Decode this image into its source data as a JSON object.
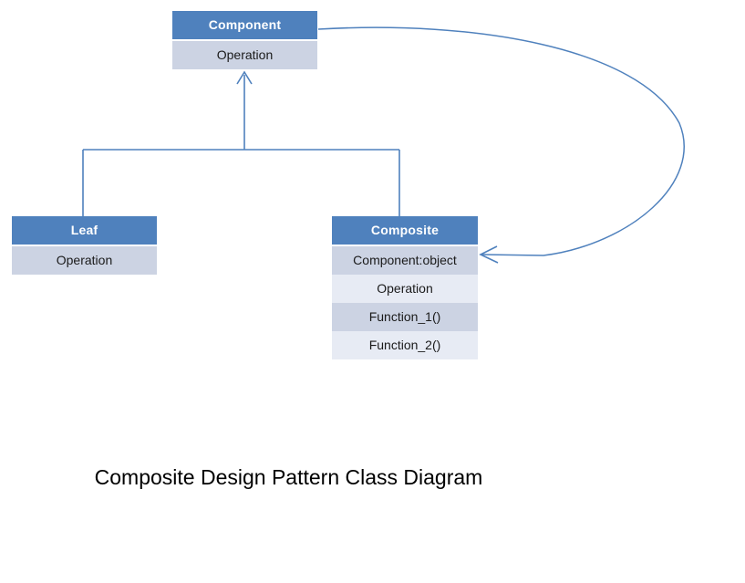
{
  "diagram": {
    "title": "Composite Design Pattern Class Diagram",
    "background_color": "#ffffff",
    "accent_color": "#4f81bd",
    "row_color": "#ccd3e3",
    "row_alt_color": "#e7ebf4",
    "connector_color": "#4f81bd",
    "classes": [
      {
        "id": "component",
        "name": "Component",
        "role": "abstract-base",
        "members": [
          {
            "label": "Operation",
            "shade": "dark"
          }
        ]
      },
      {
        "id": "leaf",
        "name": "Leaf",
        "role": "subclass",
        "members": [
          {
            "label": "Operation",
            "shade": "dark"
          }
        ]
      },
      {
        "id": "composite",
        "name": "Composite",
        "role": "subclass",
        "members": [
          {
            "label": "Component:object",
            "shade": "dark"
          },
          {
            "label": "Operation",
            "shade": "light"
          },
          {
            "label": "Function_1()",
            "shade": "dark"
          },
          {
            "label": "Function_2()",
            "shade": "light"
          }
        ]
      }
    ],
    "connectors": [
      {
        "id": "inheritance-tree",
        "kind": "generalization",
        "from": [
          "Leaf",
          "Composite"
        ],
        "to": "Component",
        "arrowhead": "open-v-up"
      },
      {
        "id": "aggregation-curve",
        "kind": "association",
        "from": "Component",
        "to": "Composite",
        "target_member": "Component:object",
        "arrowhead": "open-v-left"
      }
    ]
  }
}
